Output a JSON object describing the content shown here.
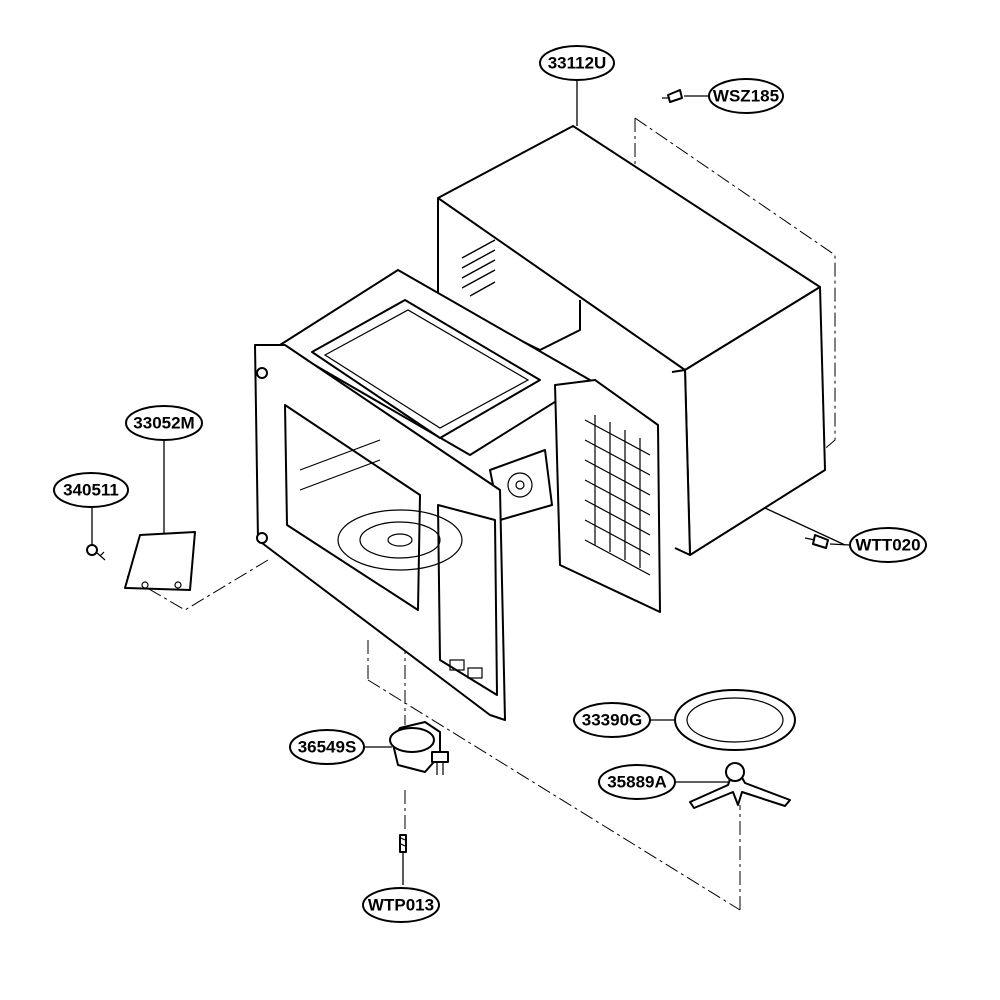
{
  "colors": {
    "line": "#000000",
    "background": "#ffffff"
  },
  "labels": {
    "cabinet": "33112U",
    "screw_top": "WSZ185",
    "screw_side": "WTT020",
    "cover": "33052M",
    "screw_cover": "340511",
    "motor": "36549S",
    "screw_motor": "WTP013",
    "turntable_tray": "33390G",
    "roller_guide": "35889A"
  }
}
